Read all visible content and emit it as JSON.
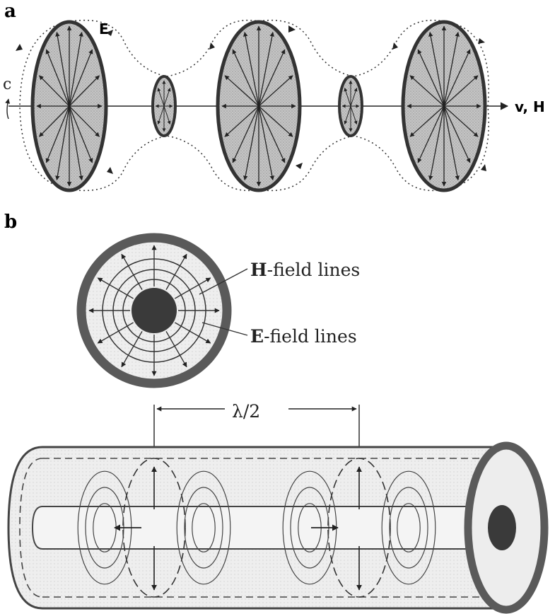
{
  "panel_a": {
    "label": "a",
    "e_label": "E",
    "c_label": "c",
    "axis_label": "v, H"
  },
  "panel_b": {
    "label": "b",
    "h_bold": "H",
    "h_rest": "-field lines",
    "e_bold": "E",
    "e_rest": "-field lines",
    "lambda_label": "λ/2"
  },
  "colors": {
    "ink": "#222222",
    "ellipse_fill": "#bdbdbd",
    "outer_ring": "#5a5a5a",
    "tube_fill": "#ececec",
    "conductor": "#3a3a3a"
  }
}
